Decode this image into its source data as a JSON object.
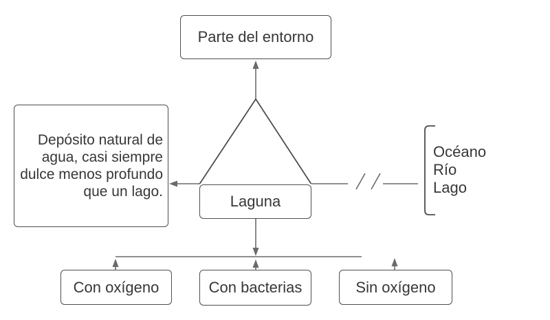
{
  "colors": {
    "background": "#ffffff",
    "box_border": "#4d4d4d",
    "connector": "#6a6a6a",
    "text": "#373737"
  },
  "nodes": {
    "top_box": {
      "label": "Parte del entorno"
    },
    "definition_box": {
      "lines": [
        "Depósito natural de",
        "agua, casi siempre",
        "dulce menos profundo",
        "que un lago."
      ]
    },
    "center_box": {
      "label": "Laguna"
    },
    "similar_list": {
      "items": [
        "Océano",
        "Río",
        "Lago"
      ]
    },
    "bottom_boxes": [
      {
        "label": "Con oxígeno"
      },
      {
        "label": "Con bacterias"
      },
      {
        "label": "Sin oxígeno"
      }
    ]
  }
}
